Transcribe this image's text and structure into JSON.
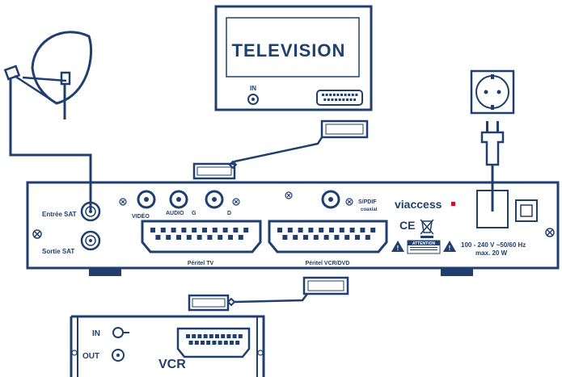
{
  "television": {
    "title": "TELEVISION",
    "in_label": "IN"
  },
  "receiver": {
    "entree_sat": "Entrée SAT",
    "sortie_sat": "Sortie SAT",
    "video": "VIDÉO",
    "audio": "AUDIO",
    "g": "G",
    "d": "D",
    "spdif": "S/PDIF",
    "coaxial": "coaxial",
    "peritel_tv": "Péritel TV",
    "peritel_vcr": "Péritel VCR/DVD",
    "brand": "viaccess",
    "ce_mark": "CE",
    "attention": "ATTENTION",
    "power_line1": "100 - 240 V ~50/60 Hz",
    "power_line2": "max. 20 W"
  },
  "vcr": {
    "title": "VCR",
    "in_label": "IN",
    "out_label": "OUT"
  }
}
